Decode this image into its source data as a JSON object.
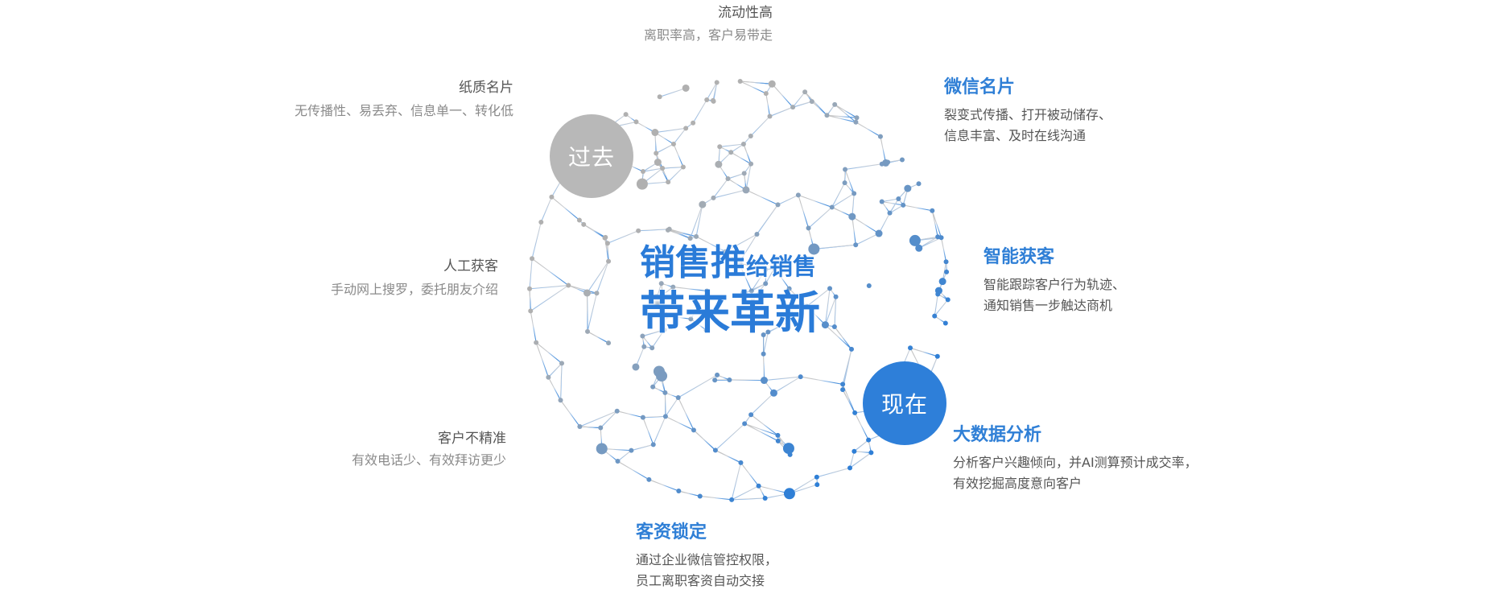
{
  "colors": {
    "past": "#b8b8b8",
    "now": "#2e7fd9",
    "accent": "#2f7fd6"
  },
  "badges": {
    "past": "过去",
    "now": "现在"
  },
  "headline": {
    "line1_big": "销售推",
    "line1_small": "给销售",
    "line2": "带来革新"
  },
  "past_items": [
    {
      "title": "流动性高",
      "desc": "离职率高，客户易带走"
    },
    {
      "title": "纸质名片",
      "desc": "无传播性、易丢弃、信息单一、转化低"
    },
    {
      "title": "人工获客",
      "desc": "手动网上搜罗，委托朋友介绍"
    },
    {
      "title": "客户不精准",
      "desc": "有效电话少、有效拜访更少"
    }
  ],
  "now_items": [
    {
      "title": "微信名片",
      "desc": [
        "裂变式传播、打开被动储存、",
        "信息丰富、及时在线沟通"
      ]
    },
    {
      "title": "智能获客",
      "desc": [
        "智能跟踪客户行为轨迹、",
        "通知销售一步触达商机"
      ]
    },
    {
      "title": "大数据分析",
      "desc": [
        "分析客户兴趣倾向，并AI测算预计成交率，",
        "有效挖掘高度意向客户"
      ]
    },
    {
      "title": "客资锁定",
      "desc": [
        "通过企业微信管控权限，",
        "员工离职客资自动交接"
      ]
    }
  ]
}
